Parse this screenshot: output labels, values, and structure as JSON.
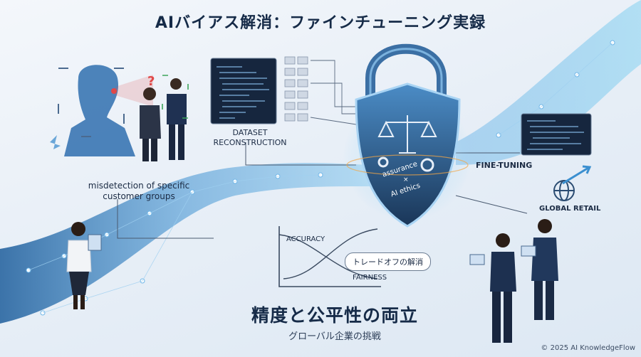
{
  "title": "AIバイアス解消：ファインチューニング実録",
  "labels": {
    "misdetection": "misdetection of specific customer groups",
    "dataset": "DATASET RECONSTRUCTION",
    "finetuning": "FINE-TUNING",
    "global_retail": "GLOBAL RETAIL",
    "accuracy": "ACCURACY",
    "fairness": "FAIRNESS",
    "tradeoff": "トレードオフの解消"
  },
  "shield": {
    "line1": "assurance",
    "line2": "×",
    "line3": "AI ethics"
  },
  "headline": {
    "main": "精度と公平性の両立",
    "sub": "グローバル企業の挑戦"
  },
  "copyright": "© 2025 AI KnowledgeFlow",
  "colors": {
    "navy": "#162b48",
    "stream": "#2f7fc1",
    "shield_dark": "#1f3f66",
    "shield_light": "#3f7fb8",
    "accent_red": "#e04848"
  }
}
